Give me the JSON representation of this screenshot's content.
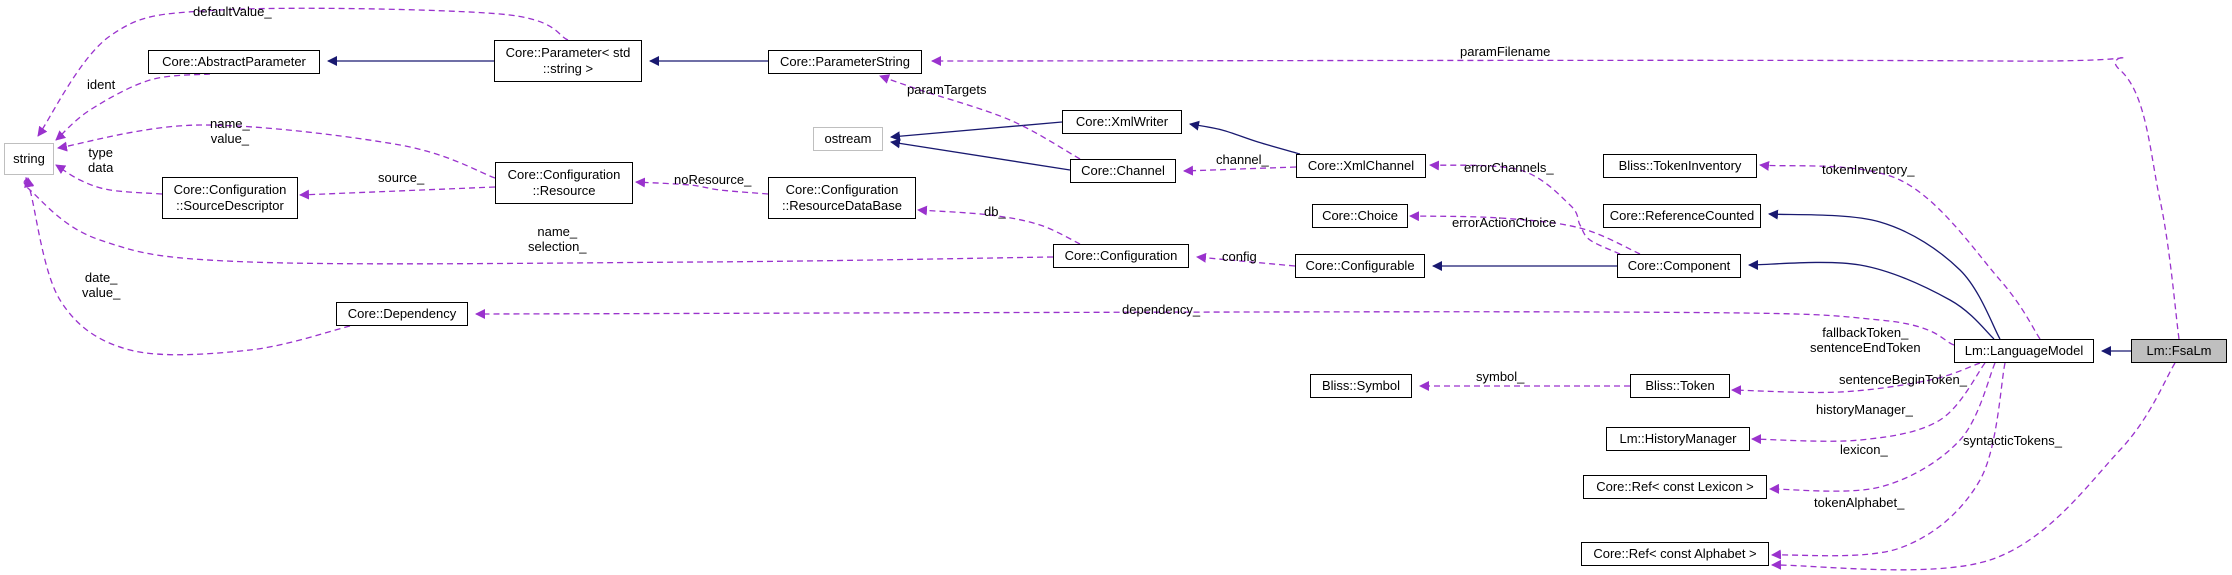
{
  "colors": {
    "inherit": "#191970",
    "usage": "#9a32cd",
    "node_border": "#000000",
    "external_border": "#bfbfbf",
    "selected_fill": "#bfbfbf"
  },
  "nodes": [
    {
      "id": "string",
      "lines": [
        "string"
      ],
      "external": true
    },
    {
      "id": "abstract_param",
      "lines": [
        "Core::AbstractParameter"
      ]
    },
    {
      "id": "param_std",
      "lines": [
        "Core::Parameter< std",
        "::string >"
      ]
    },
    {
      "id": "param_string",
      "lines": [
        "Core::ParameterString"
      ]
    },
    {
      "id": "ostream",
      "lines": [
        "ostream"
      ],
      "external": true
    },
    {
      "id": "xml_writer",
      "lines": [
        "Core::XmlWriter"
      ]
    },
    {
      "id": "channel",
      "lines": [
        "Core::Channel"
      ]
    },
    {
      "id": "xml_channel",
      "lines": [
        "Core::XmlChannel"
      ]
    },
    {
      "id": "cfg_resource",
      "lines": [
        "Core::Configuration",
        "::Resource"
      ]
    },
    {
      "id": "cfg_sourcedesc",
      "lines": [
        "Core::Configuration",
        "::SourceDescriptor"
      ]
    },
    {
      "id": "cfg_resdb",
      "lines": [
        "Core::Configuration",
        "::ResourceDataBase"
      ]
    },
    {
      "id": "configuration",
      "lines": [
        "Core::Configuration"
      ]
    },
    {
      "id": "configurable",
      "lines": [
        "Core::Configurable"
      ]
    },
    {
      "id": "choice",
      "lines": [
        "Core::Choice"
      ]
    },
    {
      "id": "refcounted",
      "lines": [
        "Core::ReferenceCounted"
      ]
    },
    {
      "id": "component",
      "lines": [
        "Core::Component"
      ]
    },
    {
      "id": "token_inventory",
      "lines": [
        "Bliss::TokenInventory"
      ]
    },
    {
      "id": "dependency",
      "lines": [
        "Core::Dependency"
      ]
    },
    {
      "id": "symbol",
      "lines": [
        "Bliss::Symbol"
      ]
    },
    {
      "id": "token",
      "lines": [
        "Bliss::Token"
      ]
    },
    {
      "id": "history_manager",
      "lines": [
        "Lm::HistoryManager"
      ]
    },
    {
      "id": "ref_lexicon",
      "lines": [
        "Core::Ref< const Lexicon >"
      ]
    },
    {
      "id": "ref_alphabet",
      "lines": [
        "Core::Ref< const Alphabet >"
      ]
    },
    {
      "id": "language_model",
      "lines": [
        "Lm::LanguageModel"
      ]
    },
    {
      "id": "fsa_lm",
      "lines": [
        "Lm::FsaLm"
      ],
      "selected": true
    }
  ],
  "edges": [
    {
      "kind": "inherit",
      "from": "param_std",
      "to": "abstract_param"
    },
    {
      "kind": "inherit",
      "from": "param_string",
      "to": "param_std"
    },
    {
      "kind": "inherit",
      "from": "xml_writer",
      "to": "ostream"
    },
    {
      "kind": "inherit",
      "from": "channel",
      "to": "ostream"
    },
    {
      "kind": "inherit",
      "from": "xml_channel",
      "to": "xml_writer"
    },
    {
      "kind": "inherit",
      "from": "component",
      "to": "configurable"
    },
    {
      "kind": "inherit",
      "from": "language_model",
      "to": "refcounted"
    },
    {
      "kind": "inherit",
      "from": "language_model",
      "to": "component"
    },
    {
      "kind": "inherit",
      "from": "fsa_lm",
      "to": "language_model"
    },
    {
      "kind": "usage",
      "from": "param_std",
      "to": "string",
      "label": [
        "defaultValue_"
      ]
    },
    {
      "kind": "usage",
      "from": "abstract_param",
      "to": "string",
      "label": [
        "ident"
      ]
    },
    {
      "kind": "usage",
      "from": "cfg_resource",
      "to": "string",
      "label": [
        "name_",
        "value_"
      ]
    },
    {
      "kind": "usage",
      "from": "cfg_sourcedesc",
      "to": "string",
      "label": [
        "type",
        "data"
      ]
    },
    {
      "kind": "usage",
      "from": "configuration",
      "to": "string",
      "label": [
        "name_",
        "selection_"
      ]
    },
    {
      "kind": "usage",
      "from": "dependency",
      "to": "string",
      "label": [
        "date_",
        "value_"
      ]
    },
    {
      "kind": "usage",
      "from": "cfg_resource",
      "to": "cfg_sourcedesc",
      "label": [
        "source_"
      ]
    },
    {
      "kind": "usage",
      "from": "cfg_resdb",
      "to": "cfg_resource",
      "label": [
        "noResource_"
      ]
    },
    {
      "kind": "usage",
      "from": "configuration",
      "to": "cfg_resdb",
      "label": [
        "db_"
      ]
    },
    {
      "kind": "usage",
      "from": "channel",
      "to": "param_string",
      "label": [
        "paramTargets"
      ]
    },
    {
      "kind": "usage",
      "from": "xml_channel",
      "to": "channel",
      "label": [
        "channel_"
      ]
    },
    {
      "kind": "usage",
      "from": "configurable",
      "to": "configuration",
      "label": [
        "config"
      ]
    },
    {
      "kind": "usage",
      "from": "component",
      "to": "xml_channel",
      "label": [
        "errorChannels_"
      ]
    },
    {
      "kind": "usage",
      "from": "component",
      "to": "choice",
      "label": [
        "errorActionChoice"
      ]
    },
    {
      "kind": "usage",
      "from": "language_model",
      "to": "dependency",
      "label": [
        "dependency_"
      ]
    },
    {
      "kind": "usage",
      "from": "language_model",
      "to": "token_inventory",
      "label": [
        "tokenInventory_"
      ]
    },
    {
      "kind": "usage",
      "from": "language_model",
      "to": "token",
      "label": [
        "fallbackToken_",
        "sentenceEndToken",
        "sentenceBeginToken_"
      ]
    },
    {
      "kind": "usage",
      "from": "token",
      "to": "symbol",
      "label": [
        "symbol_"
      ]
    },
    {
      "kind": "usage",
      "from": "language_model",
      "to": "history_manager",
      "label": [
        "historyManager_"
      ]
    },
    {
      "kind": "usage",
      "from": "language_model",
      "to": "ref_lexicon",
      "label": [
        "lexicon_"
      ]
    },
    {
      "kind": "usage",
      "from": "language_model",
      "to": "ref_alphabet",
      "label": [
        "tokenAlphabet_"
      ]
    },
    {
      "kind": "usage",
      "from": "fsa_lm",
      "to": "ref_alphabet",
      "label": [
        "syntacticTokens_"
      ]
    },
    {
      "kind": "usage",
      "from": "fsa_lm",
      "to": "param_string",
      "label": [
        "paramFilename"
      ]
    }
  ]
}
